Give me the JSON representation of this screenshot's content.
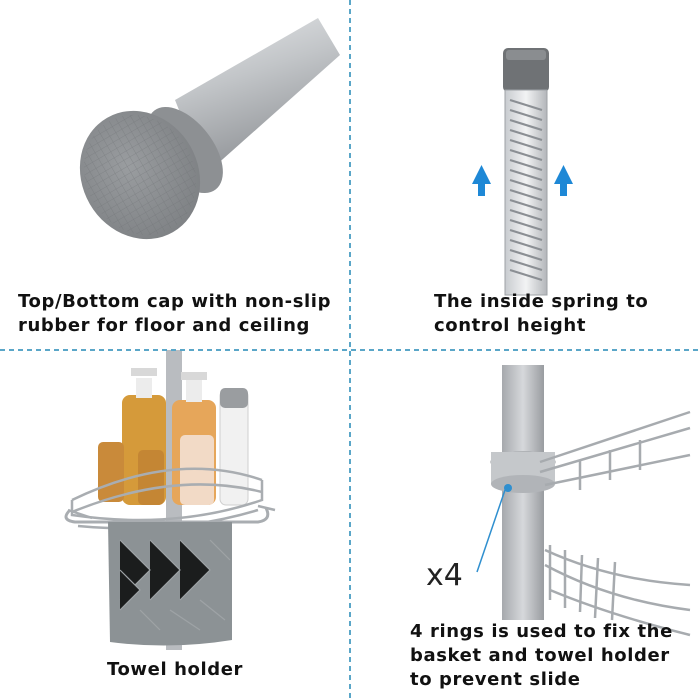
{
  "panels": [
    {
      "caption": "Top/Bottom cap with non-slip\nrubber for floor and ceiling",
      "icon": "rubber-cap-illustration"
    },
    {
      "caption": "The inside spring to\ncontrol height",
      "icon": "spring-pole-illustration"
    },
    {
      "caption": "Towel holder",
      "icon": "towel-basket-illustration"
    },
    {
      "caption": "4 rings is used to fix the\nbasket and towel holder\nto prevent slide",
      "icon": "ring-clamp-illustration",
      "multiplier": "x4"
    }
  ],
  "colors": {
    "divider": "#5aa6c8",
    "arrow": "#1e88d6",
    "pole": "#b9bcc0",
    "cap": "#8a8d90"
  }
}
